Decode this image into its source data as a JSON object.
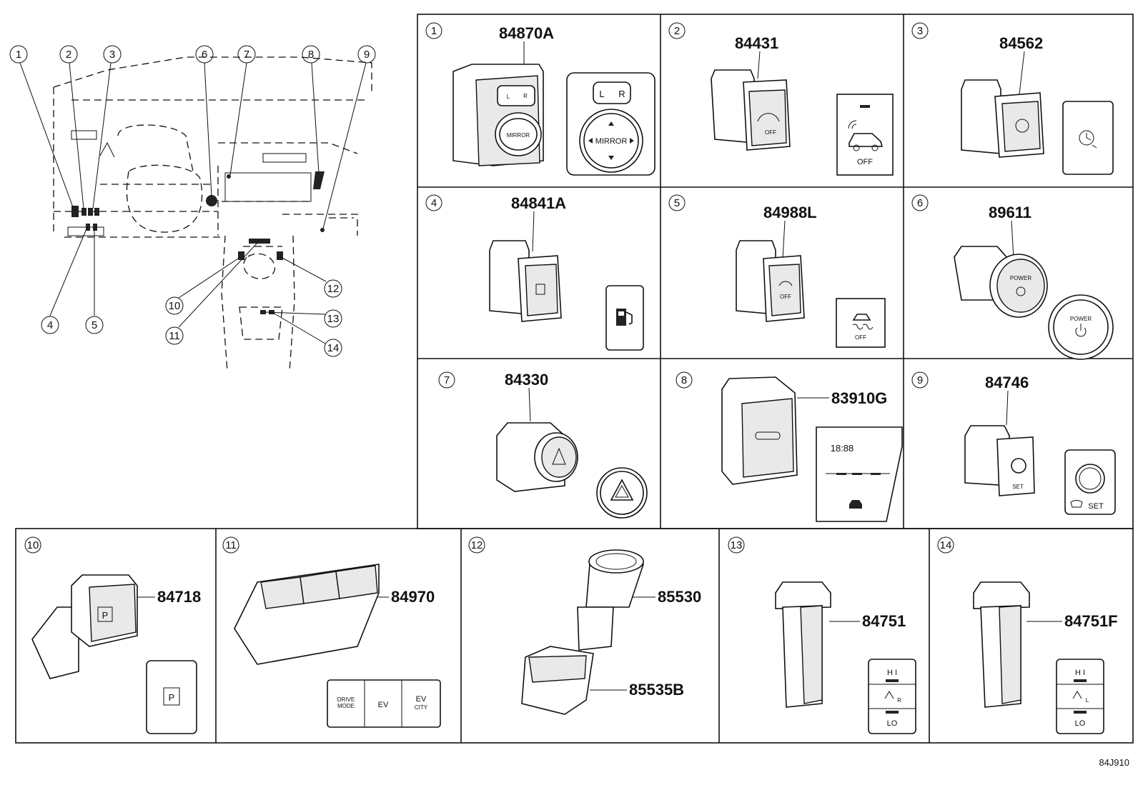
{
  "diagram_code": "84J910",
  "overview_callouts": [
    "1",
    "2",
    "3",
    "4",
    "5",
    "6",
    "7",
    "8",
    "9",
    "10",
    "11",
    "12",
    "13",
    "14"
  ],
  "cells": [
    {
      "num": "1",
      "part": "84870A",
      "icon_text": [
        "L",
        "R",
        "MIRROR"
      ],
      "icon": "mirror-switch-icon"
    },
    {
      "num": "2",
      "part": "84431",
      "icon_text": [
        "OFF"
      ],
      "icon": "vehicle-alarm-off-icon"
    },
    {
      "num": "3",
      "part": "84562",
      "icon_text": [],
      "icon": "clock-adjust-icon"
    },
    {
      "num": "4",
      "part": "84841A",
      "icon_text": [],
      "icon": "fuel-door-icon"
    },
    {
      "num": "5",
      "part": "84988L",
      "icon_text": [
        "OFF"
      ],
      "icon": "vsc-off-icon"
    },
    {
      "num": "6",
      "part": "89611",
      "icon_text": [
        "POWER"
      ],
      "icon": "power-button-icon"
    },
    {
      "num": "7",
      "part": "84330",
      "icon_text": [],
      "icon": "hazard-icon"
    },
    {
      "num": "8",
      "part": "83910G",
      "icon_text": [
        "18:88"
      ],
      "icon": "clock-display-icon"
    },
    {
      "num": "9",
      "part": "84746",
      "icon_text": [
        "SET"
      ],
      "icon": "tire-pressure-set-icon"
    },
    {
      "num": "10",
      "part": "84718",
      "icon_text": [
        "P"
      ],
      "icon": "parking-icon"
    },
    {
      "num": "11",
      "part": "84970",
      "icon_text": [
        "DRIVE",
        "MODE",
        "EV",
        "CITY"
      ],
      "icon": "drive-mode-icon"
    },
    {
      "num": "12",
      "part": "85530",
      "part2": "85535B",
      "icon_text": [],
      "icon": "power-outlet-icon"
    },
    {
      "num": "13",
      "part": "84751",
      "icon_text": [
        "H I",
        "R",
        "LO"
      ],
      "icon": "seat-heater-right-icon"
    },
    {
      "num": "14",
      "part": "84751F",
      "icon_text": [
        "H I",
        "L",
        "LO"
      ],
      "icon": "seat-heater-left-icon"
    }
  ]
}
